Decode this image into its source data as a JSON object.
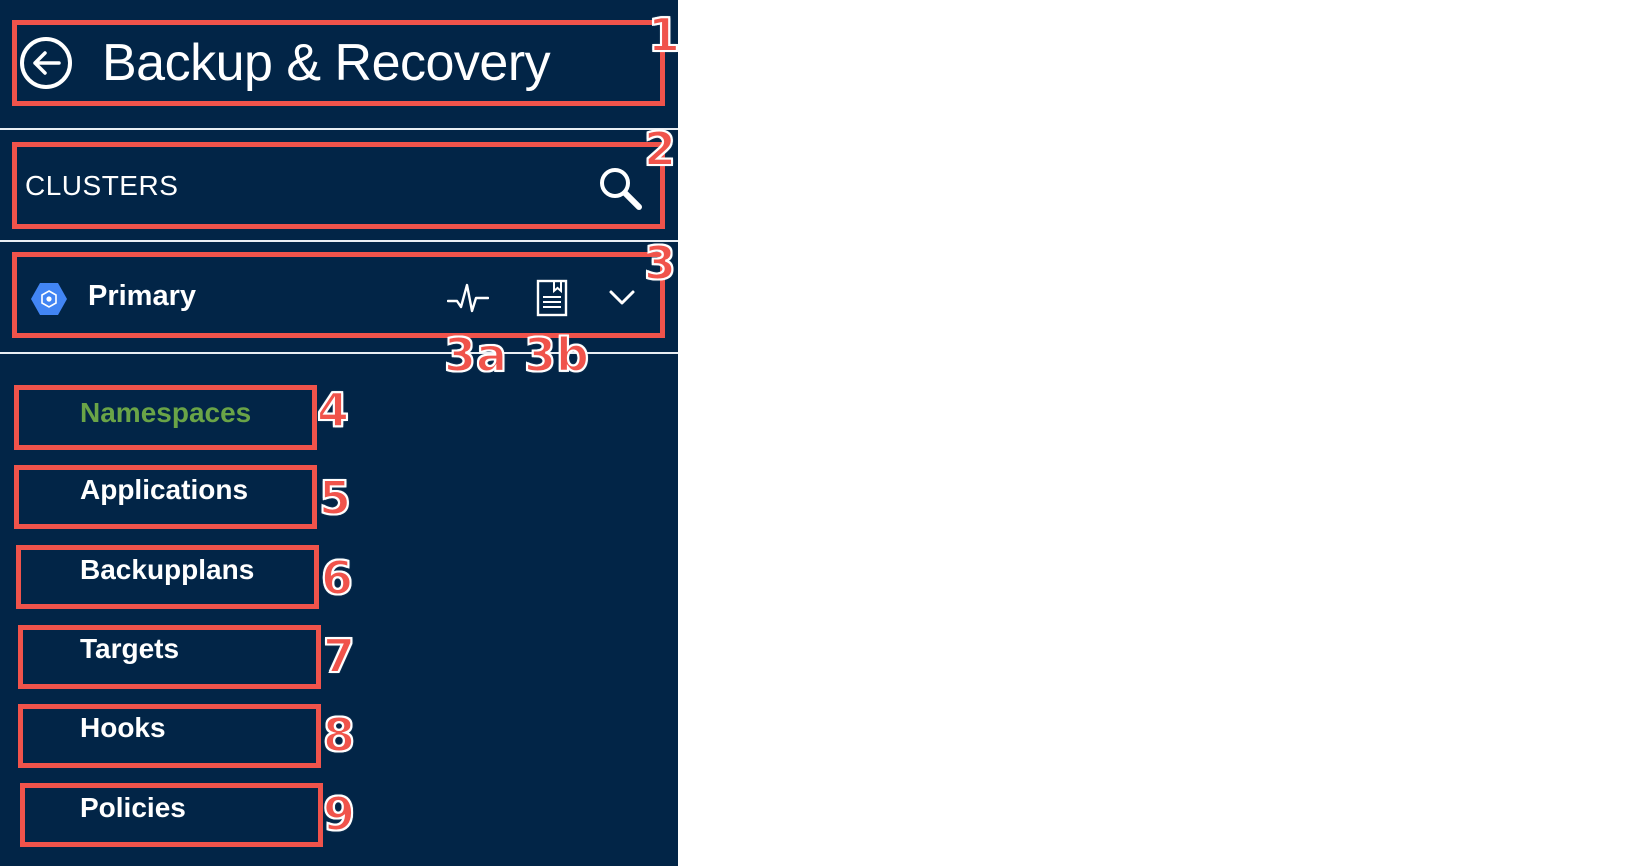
{
  "header": {
    "title": "Backup & Recovery",
    "back_icon": "back-arrow-circle-icon"
  },
  "clusters_section": {
    "label": "CLUSTERS",
    "search_icon": "search-icon"
  },
  "cluster": {
    "name": "Primary",
    "icon": "gke-cluster-icon",
    "actions": [
      {
        "icon": "activity-pulse-icon"
      },
      {
        "icon": "document-icon"
      },
      {
        "icon": "chevron-down-icon"
      }
    ]
  },
  "nav": {
    "items": [
      {
        "label": "Namespaces",
        "active": true
      },
      {
        "label": "Applications",
        "active": false
      },
      {
        "label": "Backupplans",
        "active": false
      },
      {
        "label": "Targets",
        "active": false
      },
      {
        "label": "Hooks",
        "active": false
      },
      {
        "label": "Policies",
        "active": false
      }
    ]
  },
  "annotations": {
    "labels": [
      "1",
      "2",
      "3",
      "3a",
      "3b",
      "4",
      "5",
      "6",
      "7",
      "8",
      "9"
    ]
  },
  "colors": {
    "sidebar_bg": "#022547",
    "active_nav": "#6aa447",
    "annotation": "#f0534b",
    "divider": "#e9eef3",
    "gke_blue": "#4285f4"
  }
}
